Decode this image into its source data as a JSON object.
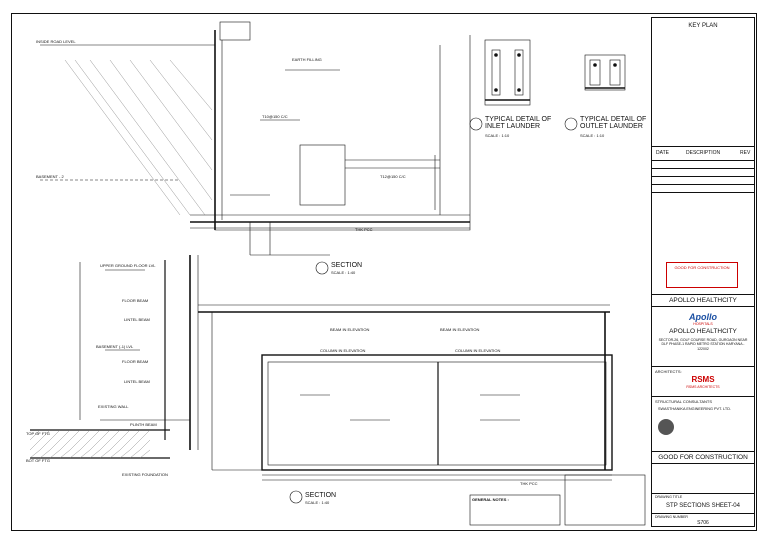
{
  "drawing_upper": {
    "section_label": "SECTION",
    "scale": "SCALE : 1:40",
    "labels": {
      "inside_road": "INSIDE ROAD LEVEL",
      "earth_fill": "EARTH FILLING",
      "basement": "BASEMENT - 2",
      "t10": "T10@150 C/C",
      "t12": "T12@150 C/C",
      "thk_pcc": "THK PCC"
    }
  },
  "inlet_detail": {
    "title": "TYPICAL DETAIL OF INLET LAUNDER",
    "scale": "SCALE : 1:10"
  },
  "outlet_detail": {
    "title": "TYPICAL DETAIL OF OUTLET LAUNDER",
    "scale": "SCALE : 1:10"
  },
  "drawing_lower": {
    "section_label": "SECTION",
    "scale": "SCALE : 1:40",
    "labels": {
      "upper_ground": "UPPER GROUND FLOOR LVL",
      "floor_beam": "FLOOR BEAM",
      "lintel_beam": "LINTEL BEAM",
      "basement1": "BASEMENT (-1) LVL",
      "existing_wall": "EXISTING WALL",
      "plinth_beam": "PLINTH BEAM",
      "top_footing": "TOP OF FTG",
      "bottom_footing": "BOT OF FTG",
      "existing_foundation": "EXISTING FOUNDATION",
      "beam_elev": "BEAM IN ELEVATION",
      "column_elev": "COLUMN IN ELEVATION",
      "thk_pcc": "THK PCC"
    },
    "notes_title": "GENERAL NOTES :"
  },
  "title_block": {
    "key_plan": "KEY PLAN",
    "rev_headers": [
      "DATE",
      "DESCRIPTION",
      "REV"
    ],
    "stamp": "GOOD FOR CONSTRUCTION",
    "client_label": "APOLLO HEALTHCITY",
    "project_name": "APOLLO HEALTHCITY",
    "address": "SECTOR-26, GOLF COURSE ROAD, GURGAON NEAR DLF PHASE-1 RAPID METRO STATION HARYANA - 122002",
    "logo_text": "Apollo",
    "logo_sub": "HOSPITALS",
    "architects_label": "ARCHITECTS:",
    "architect_name": "RSMS",
    "architect_sub": "RSMS ARCHITECTS",
    "structural_label": "STRUCTURAL CONSULTANTS",
    "structural_name": "SWASTHANIKA ENGINEERING PVT. LTD.",
    "good_for_construction": "GOOD FOR CONSTRUCTION",
    "drawing_title_label": "DRAWING TITLE",
    "drawing_title": "STP SECTIONS SHEET-04",
    "drawing_number_label": "DRAWING NUMBER",
    "drawing_number": "S706"
  },
  "colors": {
    "line": "#111111",
    "stamp_red": "#cc0000",
    "hatch": "#777777",
    "logo_blue": "#1a4fa3"
  }
}
